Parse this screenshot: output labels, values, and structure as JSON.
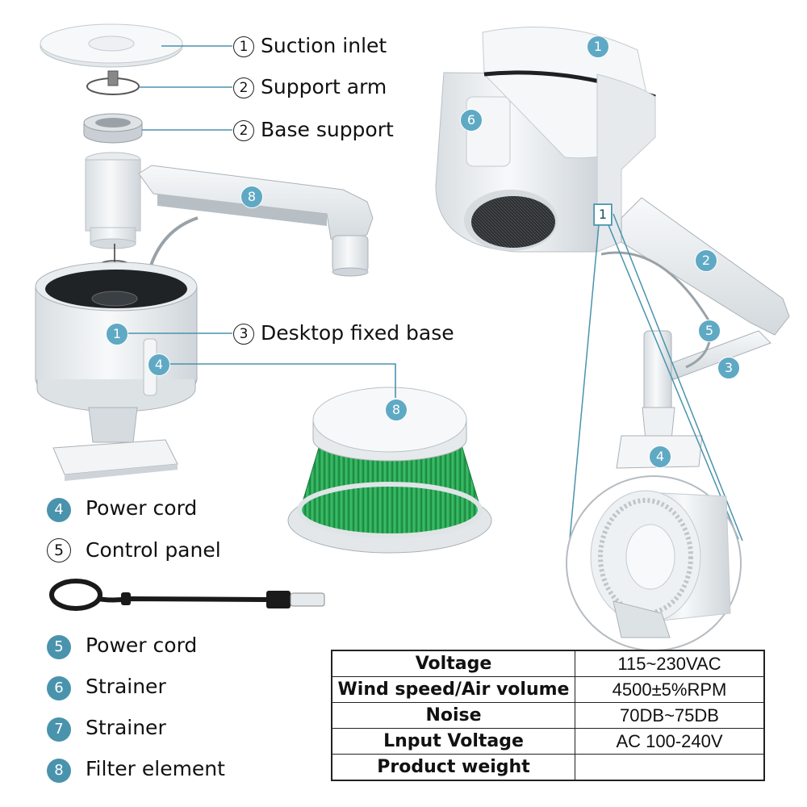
{
  "callouts": {
    "suction_inlet": {
      "num": "1",
      "text": "Suction inlet"
    },
    "support_arm": {
      "num": "2",
      "text": "Support arm"
    },
    "base_support": {
      "num": "2",
      "text": "Base support"
    },
    "desktop_base": {
      "num": "3",
      "text": "Desktop fixed base"
    }
  },
  "legend": [
    {
      "num": "4",
      "text": "Power cord"
    },
    {
      "num": "5",
      "text": "Control panel"
    },
    {
      "num": "5",
      "text": "Power cord"
    },
    {
      "num": "6",
      "text": "Strainer"
    },
    {
      "num": "7",
      "text": "Strainer"
    },
    {
      "num": "8",
      "text": "Filter element"
    }
  ],
  "badges": {
    "left_arm": "8",
    "left_base": "1",
    "left_panel": "4",
    "filter": "8",
    "right_head": "1",
    "right_panel": "6",
    "right_inlet": "1",
    "right_arm_upper": "2",
    "right_cable": "5",
    "right_arm_lower": "3",
    "right_clamp": "4"
  },
  "spec_table": [
    {
      "label": "Voltage",
      "value": "115~230VAC"
    },
    {
      "label": "Wind speed/Air volume",
      "value": "4500±5%RPM"
    },
    {
      "label": "Noise",
      "value": "70DB~75DB"
    },
    {
      "label": "Lnput Voltage",
      "value": "AC 100-240V"
    },
    {
      "label": "Product weight",
      "value": ""
    }
  ],
  "colors": {
    "accent": "#4a93ad",
    "filter_green": "#2fae5a",
    "product_white": "#eef1f3"
  }
}
